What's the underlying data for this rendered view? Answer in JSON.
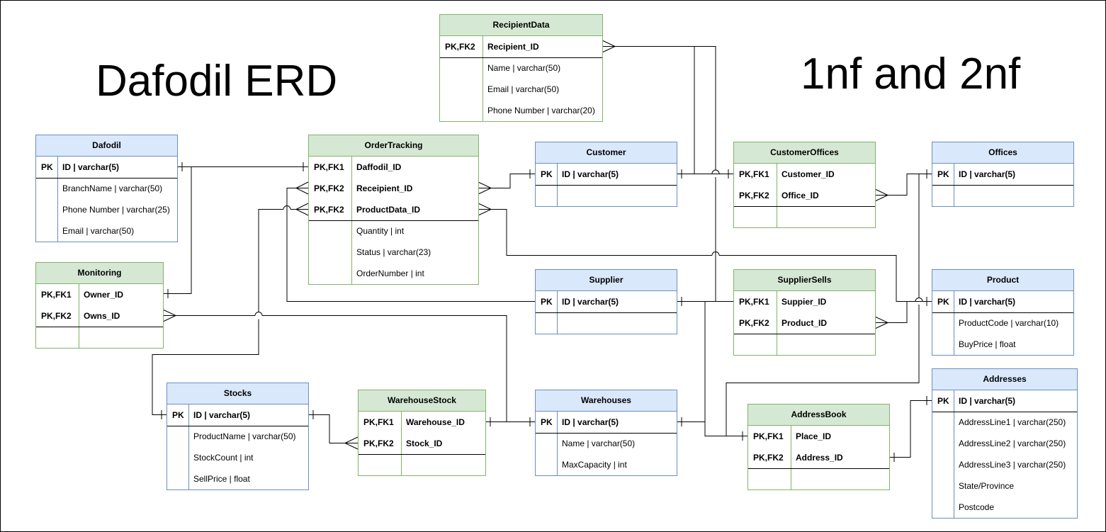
{
  "titles": {
    "left": "Dafodil ERD",
    "right": "1nf and 2nf"
  },
  "colors": {
    "blue_fill": "#dae8fc",
    "blue_stroke": "#6c8ebf",
    "green_fill": "#d5e8d4",
    "green_stroke": "#82b366"
  },
  "entities": {
    "recipientdata": {
      "name": "RecipientData",
      "keys": [
        {
          "key": "PK,FK2",
          "field": "Recipient_ID"
        }
      ],
      "fields": [
        "Name | varchar(50)",
        "Email | varchar(50)",
        "Phone Number | varchar(20)"
      ]
    },
    "dafodil": {
      "name": "Dafodil",
      "keys": [
        {
          "key": "PK",
          "field": "ID | varchar(5)"
        }
      ],
      "fields": [
        "BranchName | varchar(50)",
        "Phone Number | varchar(25)",
        "Email | varchar(50)"
      ]
    },
    "ordertracking": {
      "name": "OrderTracking",
      "keys": [
        {
          "key": "PK,FK1",
          "field": "Daffodil_ID"
        },
        {
          "key": "PK,FK2",
          "field": "Receipient_ID"
        },
        {
          "key": "PK,FK2",
          "field": "ProductData_ID"
        }
      ],
      "fields": [
        "Quantity | int",
        "Status | varchar(23)",
        "OrderNumber | int"
      ]
    },
    "customer": {
      "name": "Customer",
      "keys": [
        {
          "key": "PK",
          "field": "ID | varchar(5)"
        }
      ],
      "fields": [
        ""
      ]
    },
    "customeroffices": {
      "name": "CustomerOffices",
      "keys": [
        {
          "key": "PK,FK1",
          "field": "Customer_ID"
        },
        {
          "key": "PK,FK2",
          "field": "Office_ID"
        }
      ],
      "fields": [
        ""
      ]
    },
    "offices": {
      "name": "Offices",
      "keys": [
        {
          "key": "PK",
          "field": "ID | varchar(5)"
        }
      ],
      "fields": [
        ""
      ]
    },
    "monitoring": {
      "name": "Monitoring",
      "keys": [
        {
          "key": "PK,FK1",
          "field": "Owner_ID"
        },
        {
          "key": "PK,FK2",
          "field": "Owns_ID"
        }
      ],
      "fields": [
        ""
      ]
    },
    "supplier": {
      "name": "Supplier",
      "keys": [
        {
          "key": "PK",
          "field": "ID | varchar(5)"
        }
      ],
      "fields": [
        ""
      ]
    },
    "suppliersells": {
      "name": "SupplierSells",
      "keys": [
        {
          "key": "PK,FK1",
          "field": "Suppier_ID"
        },
        {
          "key": "PK,FK2",
          "field": "Product_ID"
        }
      ],
      "fields": [
        ""
      ]
    },
    "product": {
      "name": "Product",
      "keys": [
        {
          "key": "PK",
          "field": "ID | varchar(5)"
        }
      ],
      "fields": [
        "ProductCode | varchar(10)",
        "BuyPrice | float"
      ]
    },
    "stocks": {
      "name": "Stocks",
      "keys": [
        {
          "key": "PK",
          "field": "ID | varchar(5)"
        }
      ],
      "fields": [
        "ProductName | varchar(50)",
        "StockCount | int",
        "SellPrice | float"
      ]
    },
    "warehousestock": {
      "name": "WarehouseStock",
      "keys": [
        {
          "key": "PK,FK1",
          "field": "Warehouse_ID"
        },
        {
          "key": "PK,FK2",
          "field": "Stock_ID"
        }
      ],
      "fields": [
        ""
      ]
    },
    "warehouses": {
      "name": "Warehouses",
      "keys": [
        {
          "key": "PK",
          "field": "ID | varchar(5)"
        }
      ],
      "fields": [
        "Name | varchar(50)",
        "MaxCapacity | int"
      ]
    },
    "addressbook": {
      "name": "AddressBook",
      "keys": [
        {
          "key": "PK,FK1",
          "field": "Place_ID"
        },
        {
          "key": "PK,FK2",
          "field": "Address_ID"
        }
      ],
      "fields": [
        ""
      ]
    },
    "addresses": {
      "name": "Addresses",
      "keys": [
        {
          "key": "PK",
          "field": "ID | varchar(5)"
        }
      ],
      "fields": [
        "AddressLine1 | varchar(250)",
        "AddressLine2 | varchar(250)",
        "AddressLine3 | varchar(250)",
        "State/Province",
        "Postcode"
      ]
    }
  }
}
